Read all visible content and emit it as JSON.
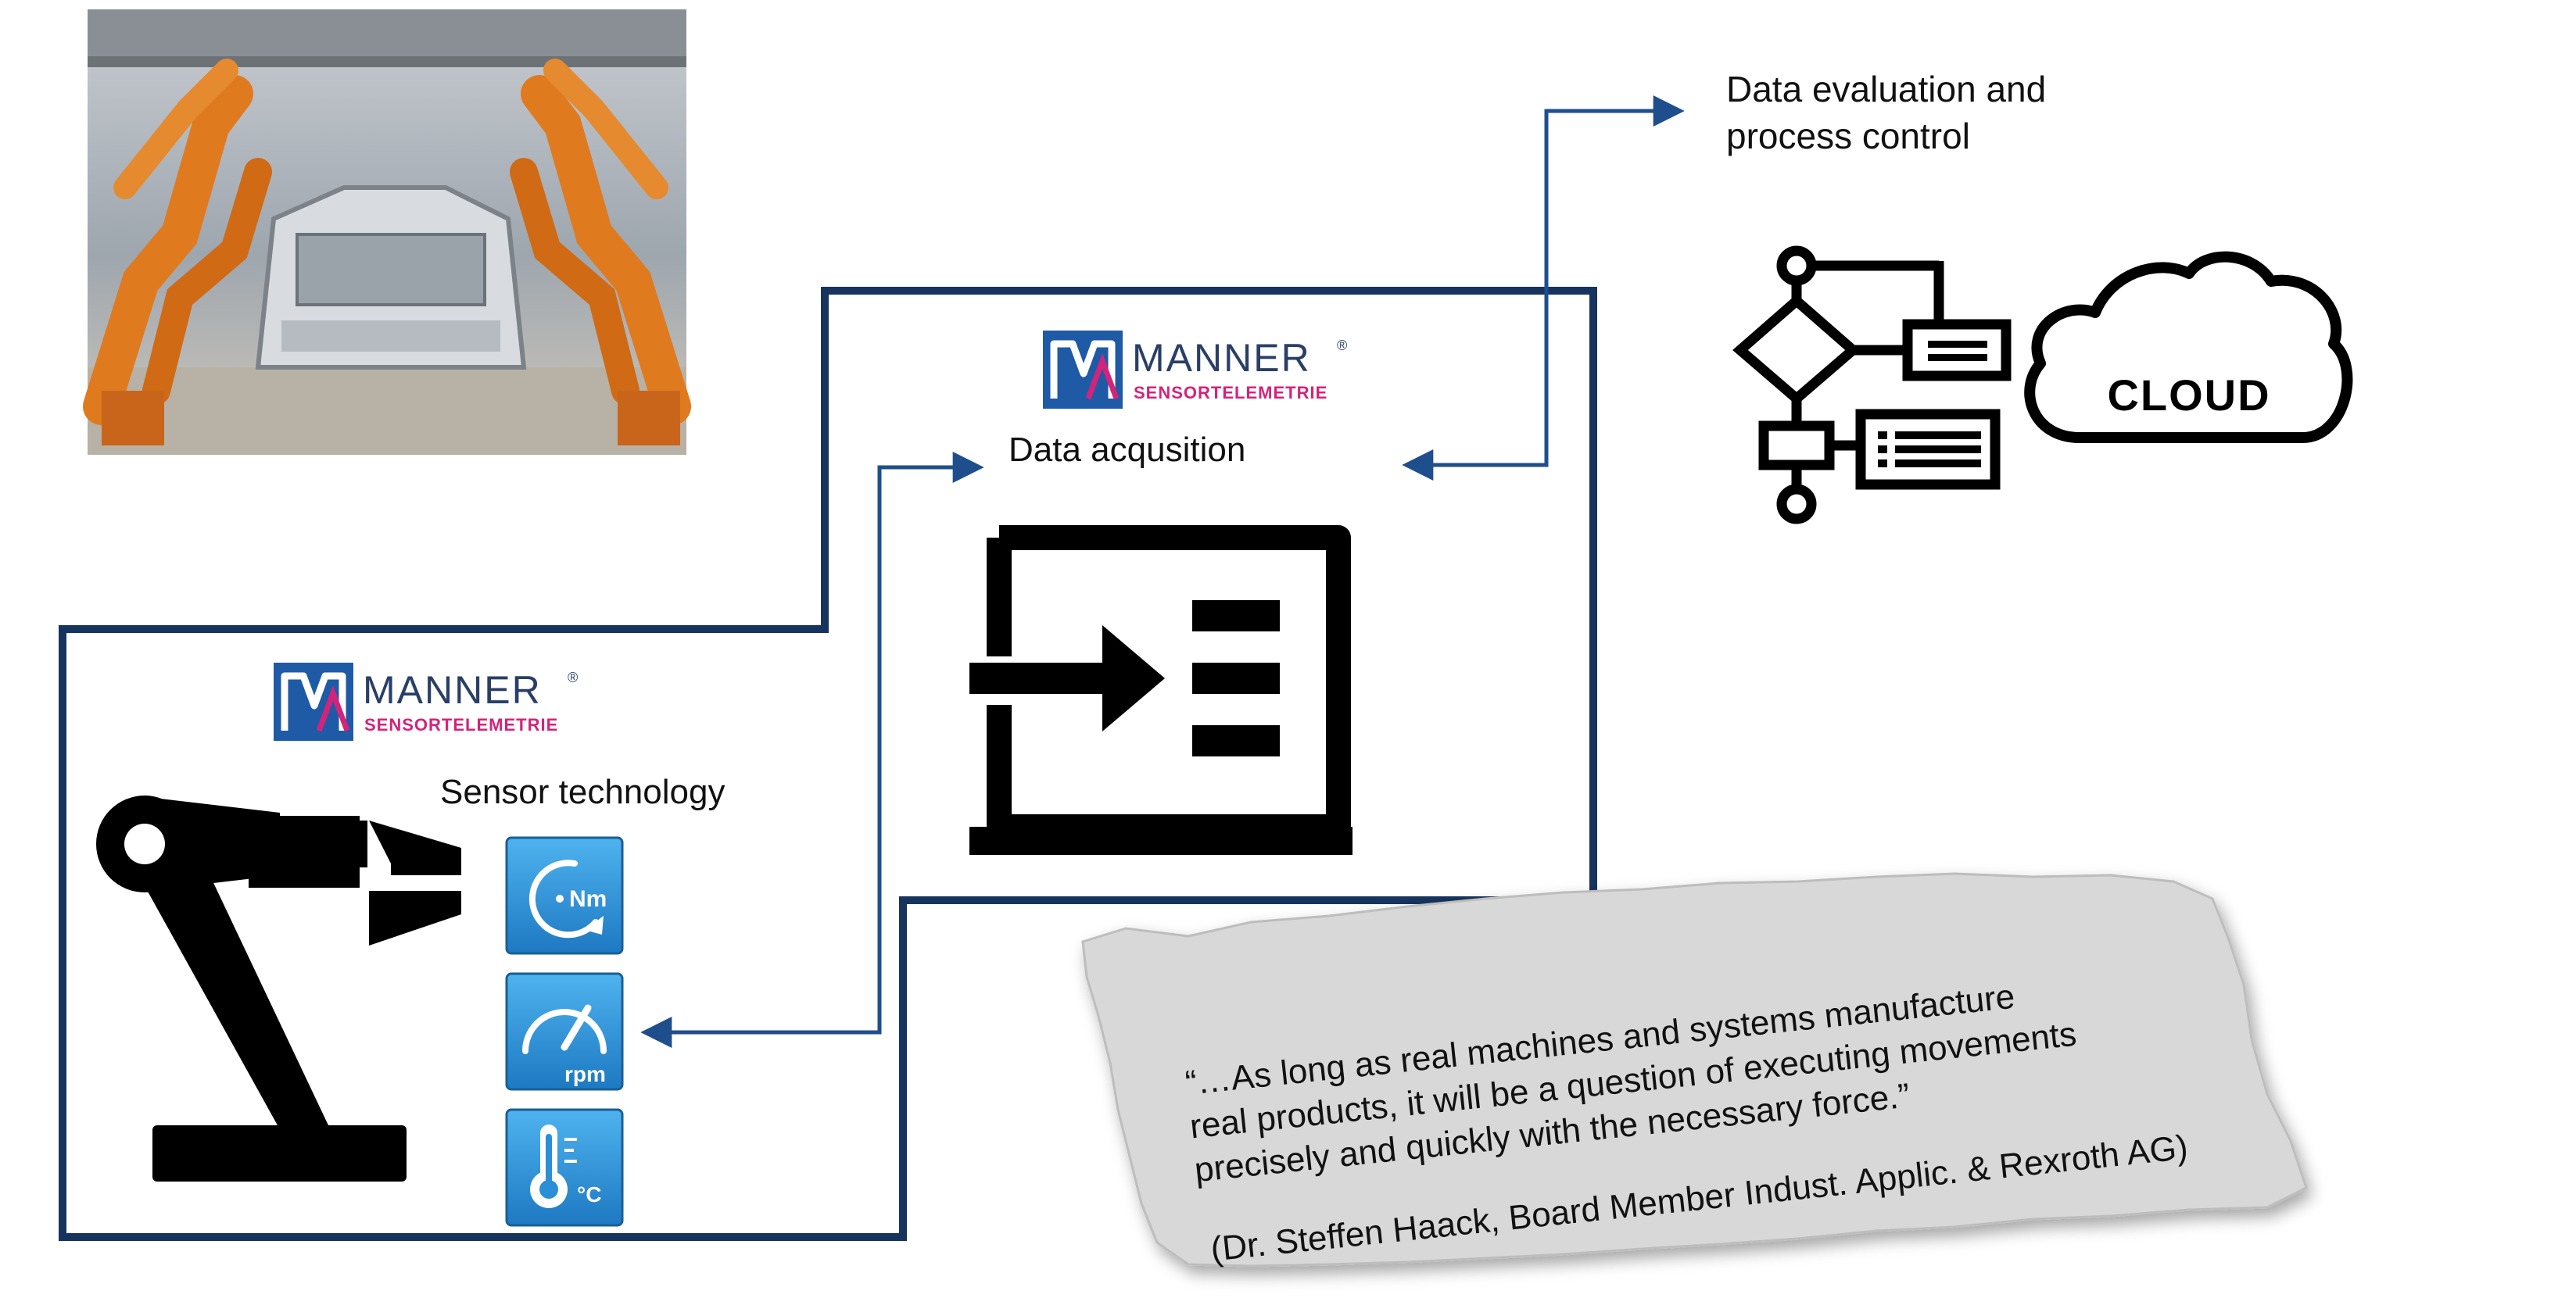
{
  "labels": {
    "data_evaluation_line1": "Data evaluation and",
    "data_evaluation_line2": "process control",
    "data_acquisition": "Data acqusition",
    "sensor_technology": "Sensor technology",
    "cloud": "CLOUD"
  },
  "logo": {
    "name": "MANNER",
    "registered_mark": "®",
    "subtitle": "SENSORTELEMETRIE"
  },
  "sensor_badges": {
    "torque_unit": "Nm",
    "speed_unit": "rpm",
    "temperature_unit": "°C"
  },
  "quote": {
    "line1": "“…As long as real machines and systems manufacture",
    "line2": "real products, it will be a question of executing movements",
    "line3": "precisely and quickly with the necessary force.”",
    "attribution": "(Dr. Steffen Haack, Board Member Indust. Applic. & Rexroth AG)"
  },
  "colors": {
    "frame_navy": "#17345f",
    "arrow_blue": "#1f4e8c",
    "logo_blue": "#1f5aa6",
    "logo_pink": "#d4237a",
    "badge_blue": "#2a8fd6",
    "paper_gray": "#d9d9d9",
    "robot_orange": "#e07a1f"
  }
}
